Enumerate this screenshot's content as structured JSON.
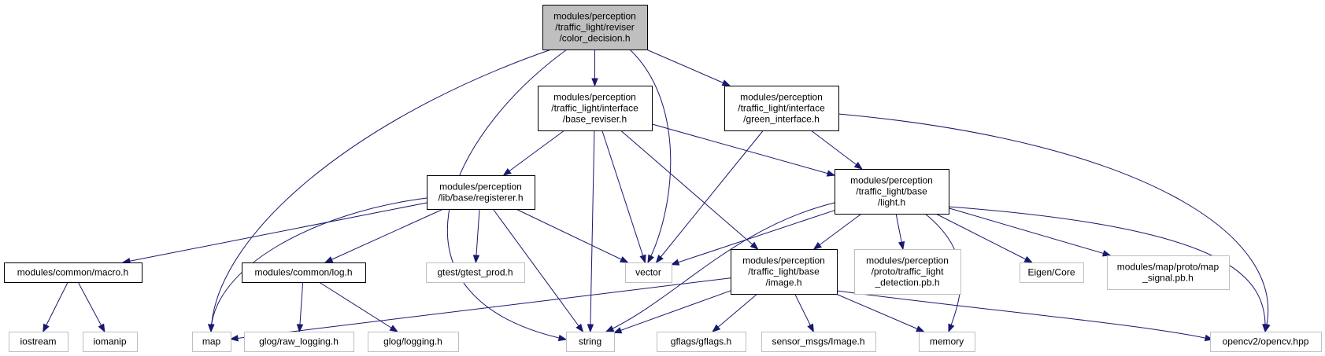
{
  "colors": {
    "edge": "#191970",
    "root_fill": "#bfbfbf",
    "node_fill": "#ffffff",
    "documented_border": "#000000",
    "external_border": "#bfbfbf"
  },
  "nodes": [
    {
      "id": "color_decision",
      "kind": "root",
      "lines": [
        "modules/perception",
        "/traffic_light/reviser",
        "/color_decision.h"
      ]
    },
    {
      "id": "base_reviser",
      "kind": "documented",
      "lines": [
        "modules/perception",
        "/traffic_light/interface",
        "/base_reviser.h"
      ]
    },
    {
      "id": "green_interface",
      "kind": "documented",
      "lines": [
        "modules/perception",
        "/traffic_light/interface",
        "/green_interface.h"
      ]
    },
    {
      "id": "registerer",
      "kind": "documented",
      "lines": [
        "modules/perception",
        "/lib/base/registerer.h"
      ]
    },
    {
      "id": "light",
      "kind": "documented",
      "lines": [
        "modules/perception",
        "/traffic_light/base",
        "/light.h"
      ]
    },
    {
      "id": "macro",
      "kind": "documented",
      "lines": [
        "modules/common/macro.h"
      ]
    },
    {
      "id": "log",
      "kind": "documented",
      "lines": [
        "modules/common/log.h"
      ]
    },
    {
      "id": "image",
      "kind": "documented",
      "lines": [
        "modules/perception",
        "/traffic_light/base",
        "/image.h"
      ]
    },
    {
      "id": "gtest_prod",
      "kind": "external",
      "lines": [
        "gtest/gtest_prod.h"
      ]
    },
    {
      "id": "vector",
      "kind": "external",
      "lines": [
        "vector"
      ]
    },
    {
      "id": "tl_detection_pb",
      "kind": "external",
      "lines": [
        "modules/perception",
        "/proto/traffic_light",
        "_detection.pb.h"
      ]
    },
    {
      "id": "eigen_core",
      "kind": "external",
      "lines": [
        "Eigen/Core"
      ]
    },
    {
      "id": "map_signal_pb",
      "kind": "external",
      "lines": [
        "modules/map/proto/map",
        "_signal.pb.h"
      ]
    },
    {
      "id": "iostream",
      "kind": "external",
      "lines": [
        "iostream"
      ]
    },
    {
      "id": "iomanip",
      "kind": "external",
      "lines": [
        "iomanip"
      ]
    },
    {
      "id": "map",
      "kind": "external",
      "lines": [
        "map"
      ]
    },
    {
      "id": "glog_raw_logging",
      "kind": "external",
      "lines": [
        "glog/raw_logging.h"
      ]
    },
    {
      "id": "glog_logging",
      "kind": "external",
      "lines": [
        "glog/logging.h"
      ]
    },
    {
      "id": "string",
      "kind": "external",
      "lines": [
        "string"
      ]
    },
    {
      "id": "gflags",
      "kind": "external",
      "lines": [
        "gflags/gflags.h"
      ]
    },
    {
      "id": "sensor_msgs_image",
      "kind": "external",
      "lines": [
        "sensor_msgs/Image.h"
      ]
    },
    {
      "id": "memory",
      "kind": "external",
      "lines": [
        "memory"
      ]
    },
    {
      "id": "opencv",
      "kind": "external",
      "lines": [
        "opencv2/opencv.hpp"
      ]
    }
  ],
  "edges": [
    {
      "from": "color_decision",
      "to": "base_reviser"
    },
    {
      "from": "color_decision",
      "to": "green_interface"
    },
    {
      "from": "color_decision",
      "to": "map"
    },
    {
      "from": "color_decision",
      "to": "string"
    },
    {
      "from": "color_decision",
      "to": "vector"
    },
    {
      "from": "base_reviser",
      "to": "registerer"
    },
    {
      "from": "base_reviser",
      "to": "light"
    },
    {
      "from": "base_reviser",
      "to": "image"
    },
    {
      "from": "base_reviser",
      "to": "vector"
    },
    {
      "from": "base_reviser",
      "to": "string"
    },
    {
      "from": "green_interface",
      "to": "light"
    },
    {
      "from": "green_interface",
      "to": "vector"
    },
    {
      "from": "green_interface",
      "to": "opencv"
    },
    {
      "from": "registerer",
      "to": "macro"
    },
    {
      "from": "registerer",
      "to": "log"
    },
    {
      "from": "registerer",
      "to": "gtest_prod"
    },
    {
      "from": "registerer",
      "to": "vector"
    },
    {
      "from": "registerer",
      "to": "map"
    },
    {
      "from": "registerer",
      "to": "string"
    },
    {
      "from": "light",
      "to": "image"
    },
    {
      "from": "light",
      "to": "tl_detection_pb"
    },
    {
      "from": "light",
      "to": "eigen_core"
    },
    {
      "from": "light",
      "to": "map_signal_pb"
    },
    {
      "from": "light",
      "to": "vector"
    },
    {
      "from": "light",
      "to": "string"
    },
    {
      "from": "light",
      "to": "memory"
    },
    {
      "from": "light",
      "to": "opencv"
    },
    {
      "from": "macro",
      "to": "iostream"
    },
    {
      "from": "macro",
      "to": "iomanip"
    },
    {
      "from": "log",
      "to": "glog_raw_logging"
    },
    {
      "from": "log",
      "to": "glog_logging"
    },
    {
      "from": "image",
      "to": "map"
    },
    {
      "from": "image",
      "to": "string"
    },
    {
      "from": "image",
      "to": "gflags"
    },
    {
      "from": "image",
      "to": "sensor_msgs_image"
    },
    {
      "from": "image",
      "to": "memory"
    },
    {
      "from": "image",
      "to": "opencv"
    }
  ]
}
